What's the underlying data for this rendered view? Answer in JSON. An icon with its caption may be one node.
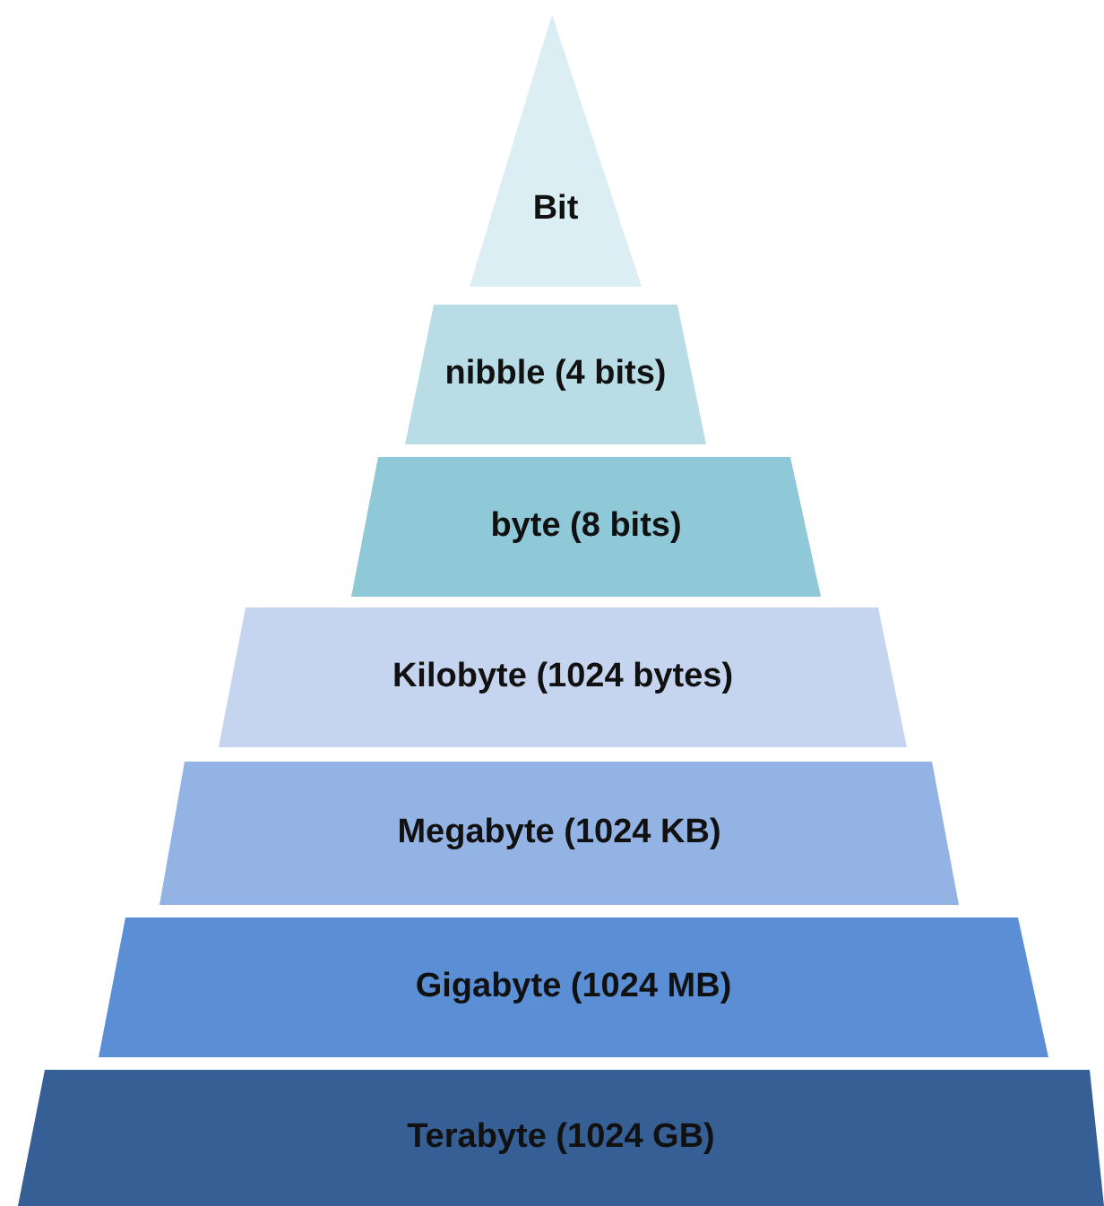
{
  "diagram": {
    "nodes": [
      {
        "text": [
          "Bit"
        ]
      },
      {
        "text": [
          "nibble (4 bits)"
        ]
      },
      {
        "text": [
          "byte (8 bits)"
        ]
      },
      {
        "text": [
          "Kilobyte (1024 bytes)"
        ]
      },
      {
        "text": [
          "Megabyte (1024 KB)"
        ]
      },
      {
        "text": [
          "Gigabyte (1024 MB)"
        ]
      },
      {
        "text": [
          "Terabyte (1024 GB)"
        ]
      }
    ]
  }
}
